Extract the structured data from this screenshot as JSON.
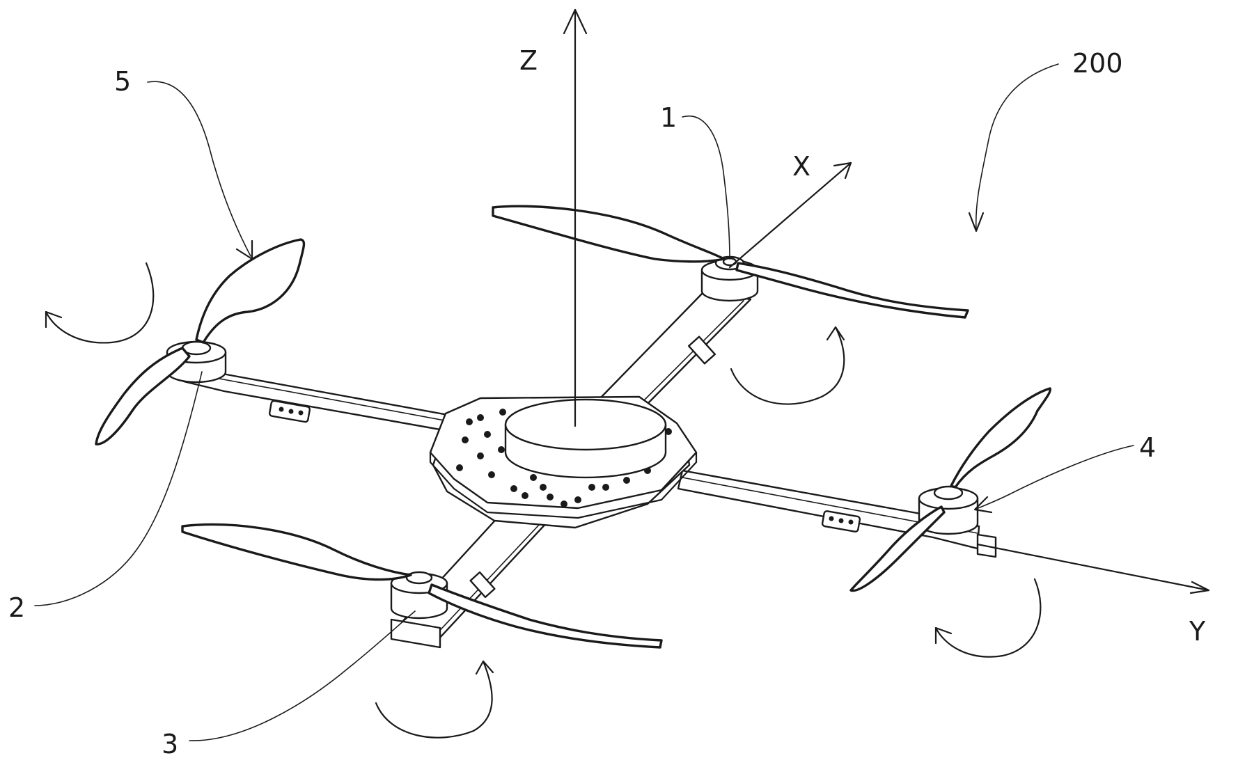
{
  "figure": {
    "assembly_ref": "200",
    "parts": [
      {
        "ref": "1",
        "part": "motor-1"
      },
      {
        "ref": "2",
        "part": "motor-2"
      },
      {
        "ref": "3",
        "part": "motor-3"
      },
      {
        "ref": "4",
        "part": "motor-4"
      },
      {
        "ref": "5",
        "part": "propeller"
      }
    ],
    "axes": {
      "x": "X",
      "y": "Y",
      "z": "Z"
    }
  }
}
